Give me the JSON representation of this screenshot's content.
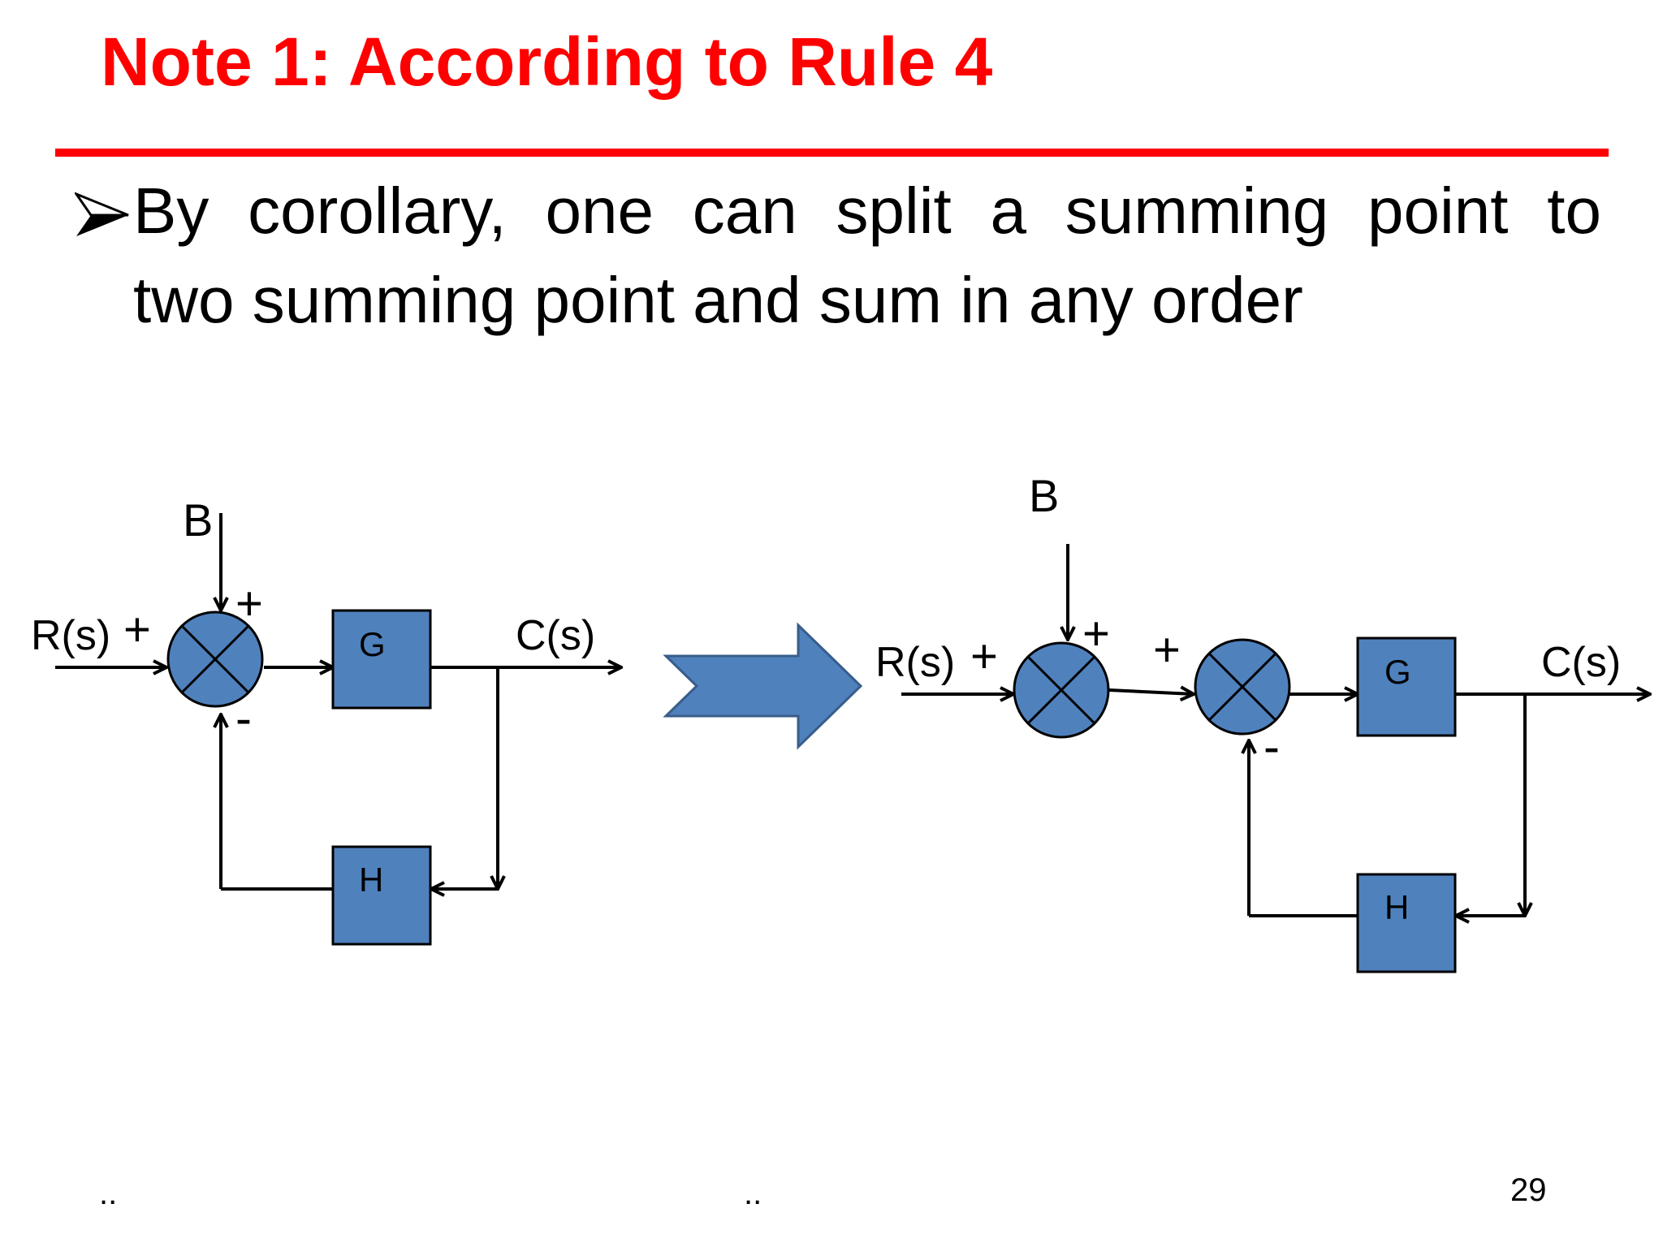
{
  "slide": {
    "title": "Note 1: According to Rule 4",
    "bullet_line1": "By  corollary,  one  can  split  a  summing  point  to",
    "bullet_line2": "two summing point and sum in any order",
    "page_number": "29",
    "footer_left": "..",
    "footer_center": ".."
  },
  "colors": {
    "title": "#ff0000",
    "rule": "#ff0000",
    "block_fill": "#4f81bd",
    "block_stroke": "#385d8a"
  },
  "left_diagram": {
    "input_label": "R(s)",
    "input_sign": "+",
    "disturbance_label": "B",
    "disturbance_sign": "+",
    "feedback_sign": "-",
    "forward_block": "G",
    "feedback_block": "H",
    "output_label": "C(s)"
  },
  "right_diagram": {
    "input_label": "R(s)",
    "input_sign": "+",
    "disturbance_label": "B",
    "disturbance_sign": "+",
    "second_sum_sign": "+",
    "feedback_sign": "-",
    "forward_block": "G",
    "feedback_block": "H",
    "output_label": "C(s)"
  },
  "icons": {
    "bullet": "arrowhead-bullet-icon",
    "transform": "chevron-arrow-icon",
    "summing_junction": "summing-junction-icon"
  }
}
